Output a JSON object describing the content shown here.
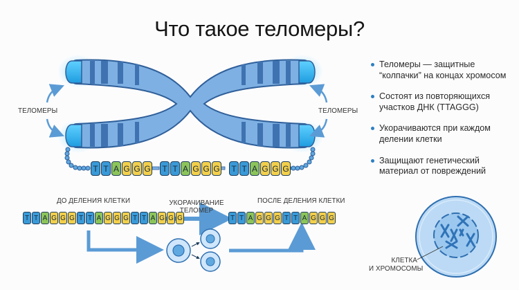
{
  "title": "Что такое теломеры?",
  "labels": {
    "telomeres_left": "ТЕЛОМЕРЫ",
    "telomeres_right": "ТЕЛОМЕРЫ",
    "before_division": "ДО ДЕЛЕНИЯ КЛЕТКИ",
    "shortening_line1": "УКОРАЧИВАНИЕ",
    "shortening_line2": "ТЕЛОМЕР",
    "after_division": "ПОСЛЕ ДЕЛЕНИЯ КЛЕТКИ",
    "cell_line1": "КЛЕТКА",
    "cell_line2": "И ХРОМОСОМЫ"
  },
  "bullets": [
    "Теломеры — защитные “колпачки” на концах хромосом",
    "Состоят из повторяющихся участков ДНК (TTAGGG)",
    "Укорачиваются при каждом делении клетки",
    "Защищают генетический материал от повреждений"
  ],
  "sequences": {
    "chromosome_repeats": [
      [
        "T",
        "T",
        "A",
        "G",
        "G",
        "G"
      ],
      [
        "T",
        "T",
        "A",
        "G",
        "G",
        "G"
      ],
      [
        "T",
        "T",
        "A",
        "G",
        "G",
        "G"
      ]
    ],
    "before": [
      "T",
      "T",
      "A",
      "G",
      "G",
      "G",
      "T",
      "T",
      "A",
      "G",
      "G",
      "G",
      "T",
      "T",
      "A",
      "G",
      "G",
      "G"
    ],
    "after": [
      "T",
      "T",
      "A",
      "G",
      "G",
      "G",
      "T",
      "T",
      "A",
      "G",
      "G",
      "G"
    ]
  },
  "colors": {
    "T": "#3a9ad8",
    "A": "#8cc45a",
    "G": "#f2cf4c",
    "chromosome": "#7fb0e3",
    "chromosome_band": "#3f72b0",
    "telomere_cap": "#29b6f0",
    "arrow": "#5b9bd5"
  }
}
